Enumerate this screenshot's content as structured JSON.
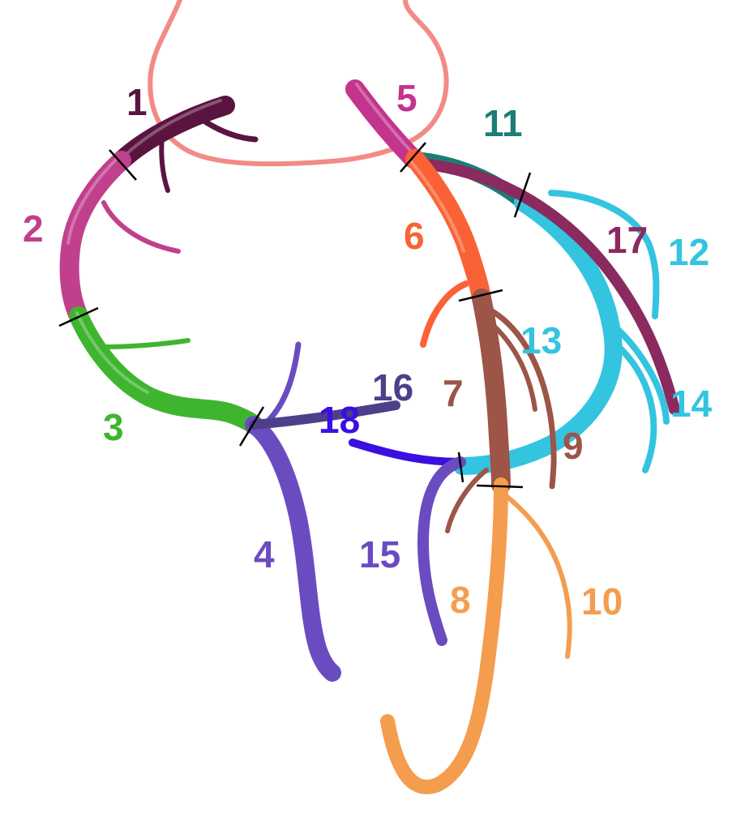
{
  "segments": [
    {
      "id": "seg1",
      "label": "1",
      "color": "#5a1440"
    },
    {
      "id": "seg2",
      "label": "2",
      "color": "#c0408e"
    },
    {
      "id": "seg3",
      "label": "3",
      "color": "#3fb52f"
    },
    {
      "id": "seg4",
      "label": "4",
      "color": "#6a4cc0"
    },
    {
      "id": "seg5",
      "label": "5",
      "color": "#c3348c"
    },
    {
      "id": "seg6",
      "label": "6",
      "color": "#fa6236"
    },
    {
      "id": "seg7",
      "label": "7",
      "color": "#9c5546"
    },
    {
      "id": "seg8",
      "label": "8",
      "color": "#f59d4f"
    },
    {
      "id": "seg9",
      "label": "9",
      "color": "#9c5546"
    },
    {
      "id": "seg10",
      "label": "10",
      "color": "#f59d4f"
    },
    {
      "id": "seg11",
      "label": "11",
      "color": "#1b7d74"
    },
    {
      "id": "seg12",
      "label": "12",
      "color": "#33c4e0"
    },
    {
      "id": "seg13",
      "label": "13",
      "color": "#33c4e0"
    },
    {
      "id": "seg14",
      "label": "14",
      "color": "#33c4e0"
    },
    {
      "id": "seg15",
      "label": "15",
      "color": "#6a4cc0"
    },
    {
      "id": "seg16",
      "label": "16",
      "color": "#4d3f8a"
    },
    {
      "id": "seg17",
      "label": "17",
      "color": "#8a2a5e"
    },
    {
      "id": "seg18",
      "label": "18",
      "color": "#3a0fe0"
    }
  ],
  "outline_color": "#f28b86"
}
